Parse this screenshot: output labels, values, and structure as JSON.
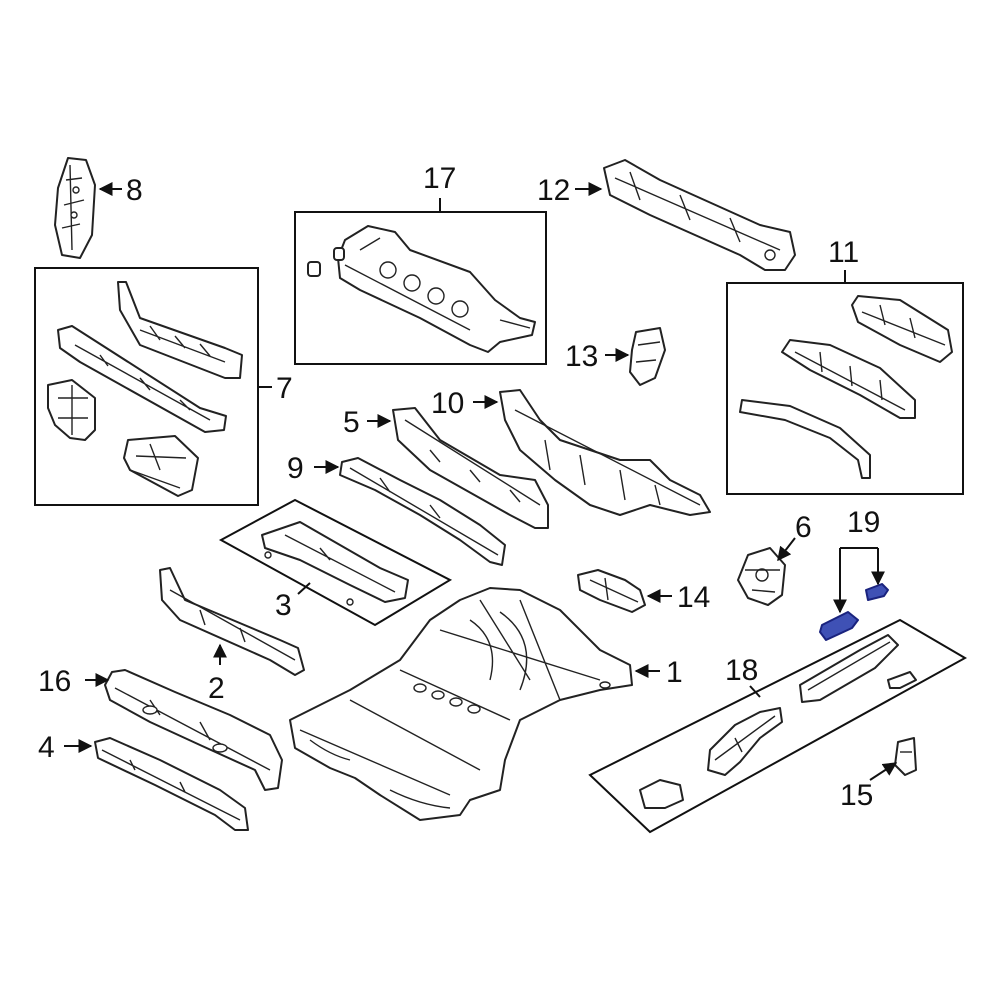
{
  "colors": {
    "line": "#222222",
    "background": "#ffffff",
    "highlight_fill": "#3f51b5",
    "highlight_stroke": "#1a237e"
  },
  "callouts": {
    "c1": "1",
    "c2": "2",
    "c3": "3",
    "c4": "4",
    "c5": "5",
    "c6": "6",
    "c7": "7",
    "c8": "8",
    "c9": "9",
    "c10": "10",
    "c11": "11",
    "c12": "12",
    "c13": "13",
    "c14": "14",
    "c15": "15",
    "c16": "16",
    "c17": "17",
    "c18": "18",
    "c19": "19"
  },
  "highlighted_parts": [
    "19"
  ]
}
